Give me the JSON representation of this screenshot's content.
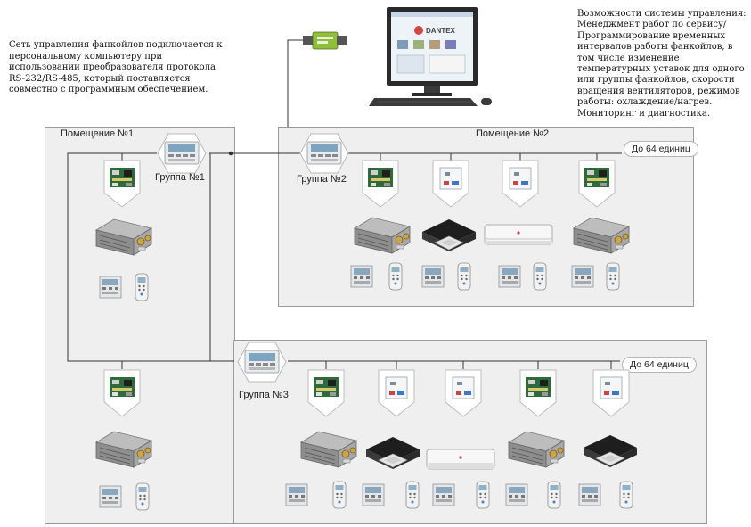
{
  "intro_text": "Сеть управления фанкойлов подключается к персональному компьютеру при использовании преобразователя протокола RS-232/RS-485, который поставляется совместно с программным обеспечением.",
  "features_text": "Возможности системы управления: Менеджмент работ по сервису/Программирование временных интервалов работы фанкойлов, в том числе изменение температурных уставок для одного или группы фанкойлов, скорости вращения вентиляторов, режимов работы: охлаждение/нагрев. Мониторинг и диагностика.",
  "brand_logo": "DANTEX",
  "rooms": [
    {
      "title": "Помещение №1"
    },
    {
      "title": "Помещение №2",
      "badge": "До 64 единиц"
    },
    {
      "badge": "До 64 единиц"
    }
  ],
  "groups": [
    {
      "label": "Группа №1"
    },
    {
      "label": "Группа №2"
    },
    {
      "label": "Группа №3"
    }
  ],
  "colors": {
    "room_fill": "#efefef",
    "room_border": "#9a9a9a",
    "link_line": "#333333",
    "unit_body": "#d9d9d9",
    "board_green": "#2f6b3a"
  },
  "icons": [
    "computer-icon",
    "converter-icon",
    "group-controller-icon",
    "control-board-icon",
    "duct-fancoil-icon",
    "cassette-fancoil-icon",
    "wall-split-icon",
    "wall-panel-icon",
    "remote-control-icon"
  ]
}
